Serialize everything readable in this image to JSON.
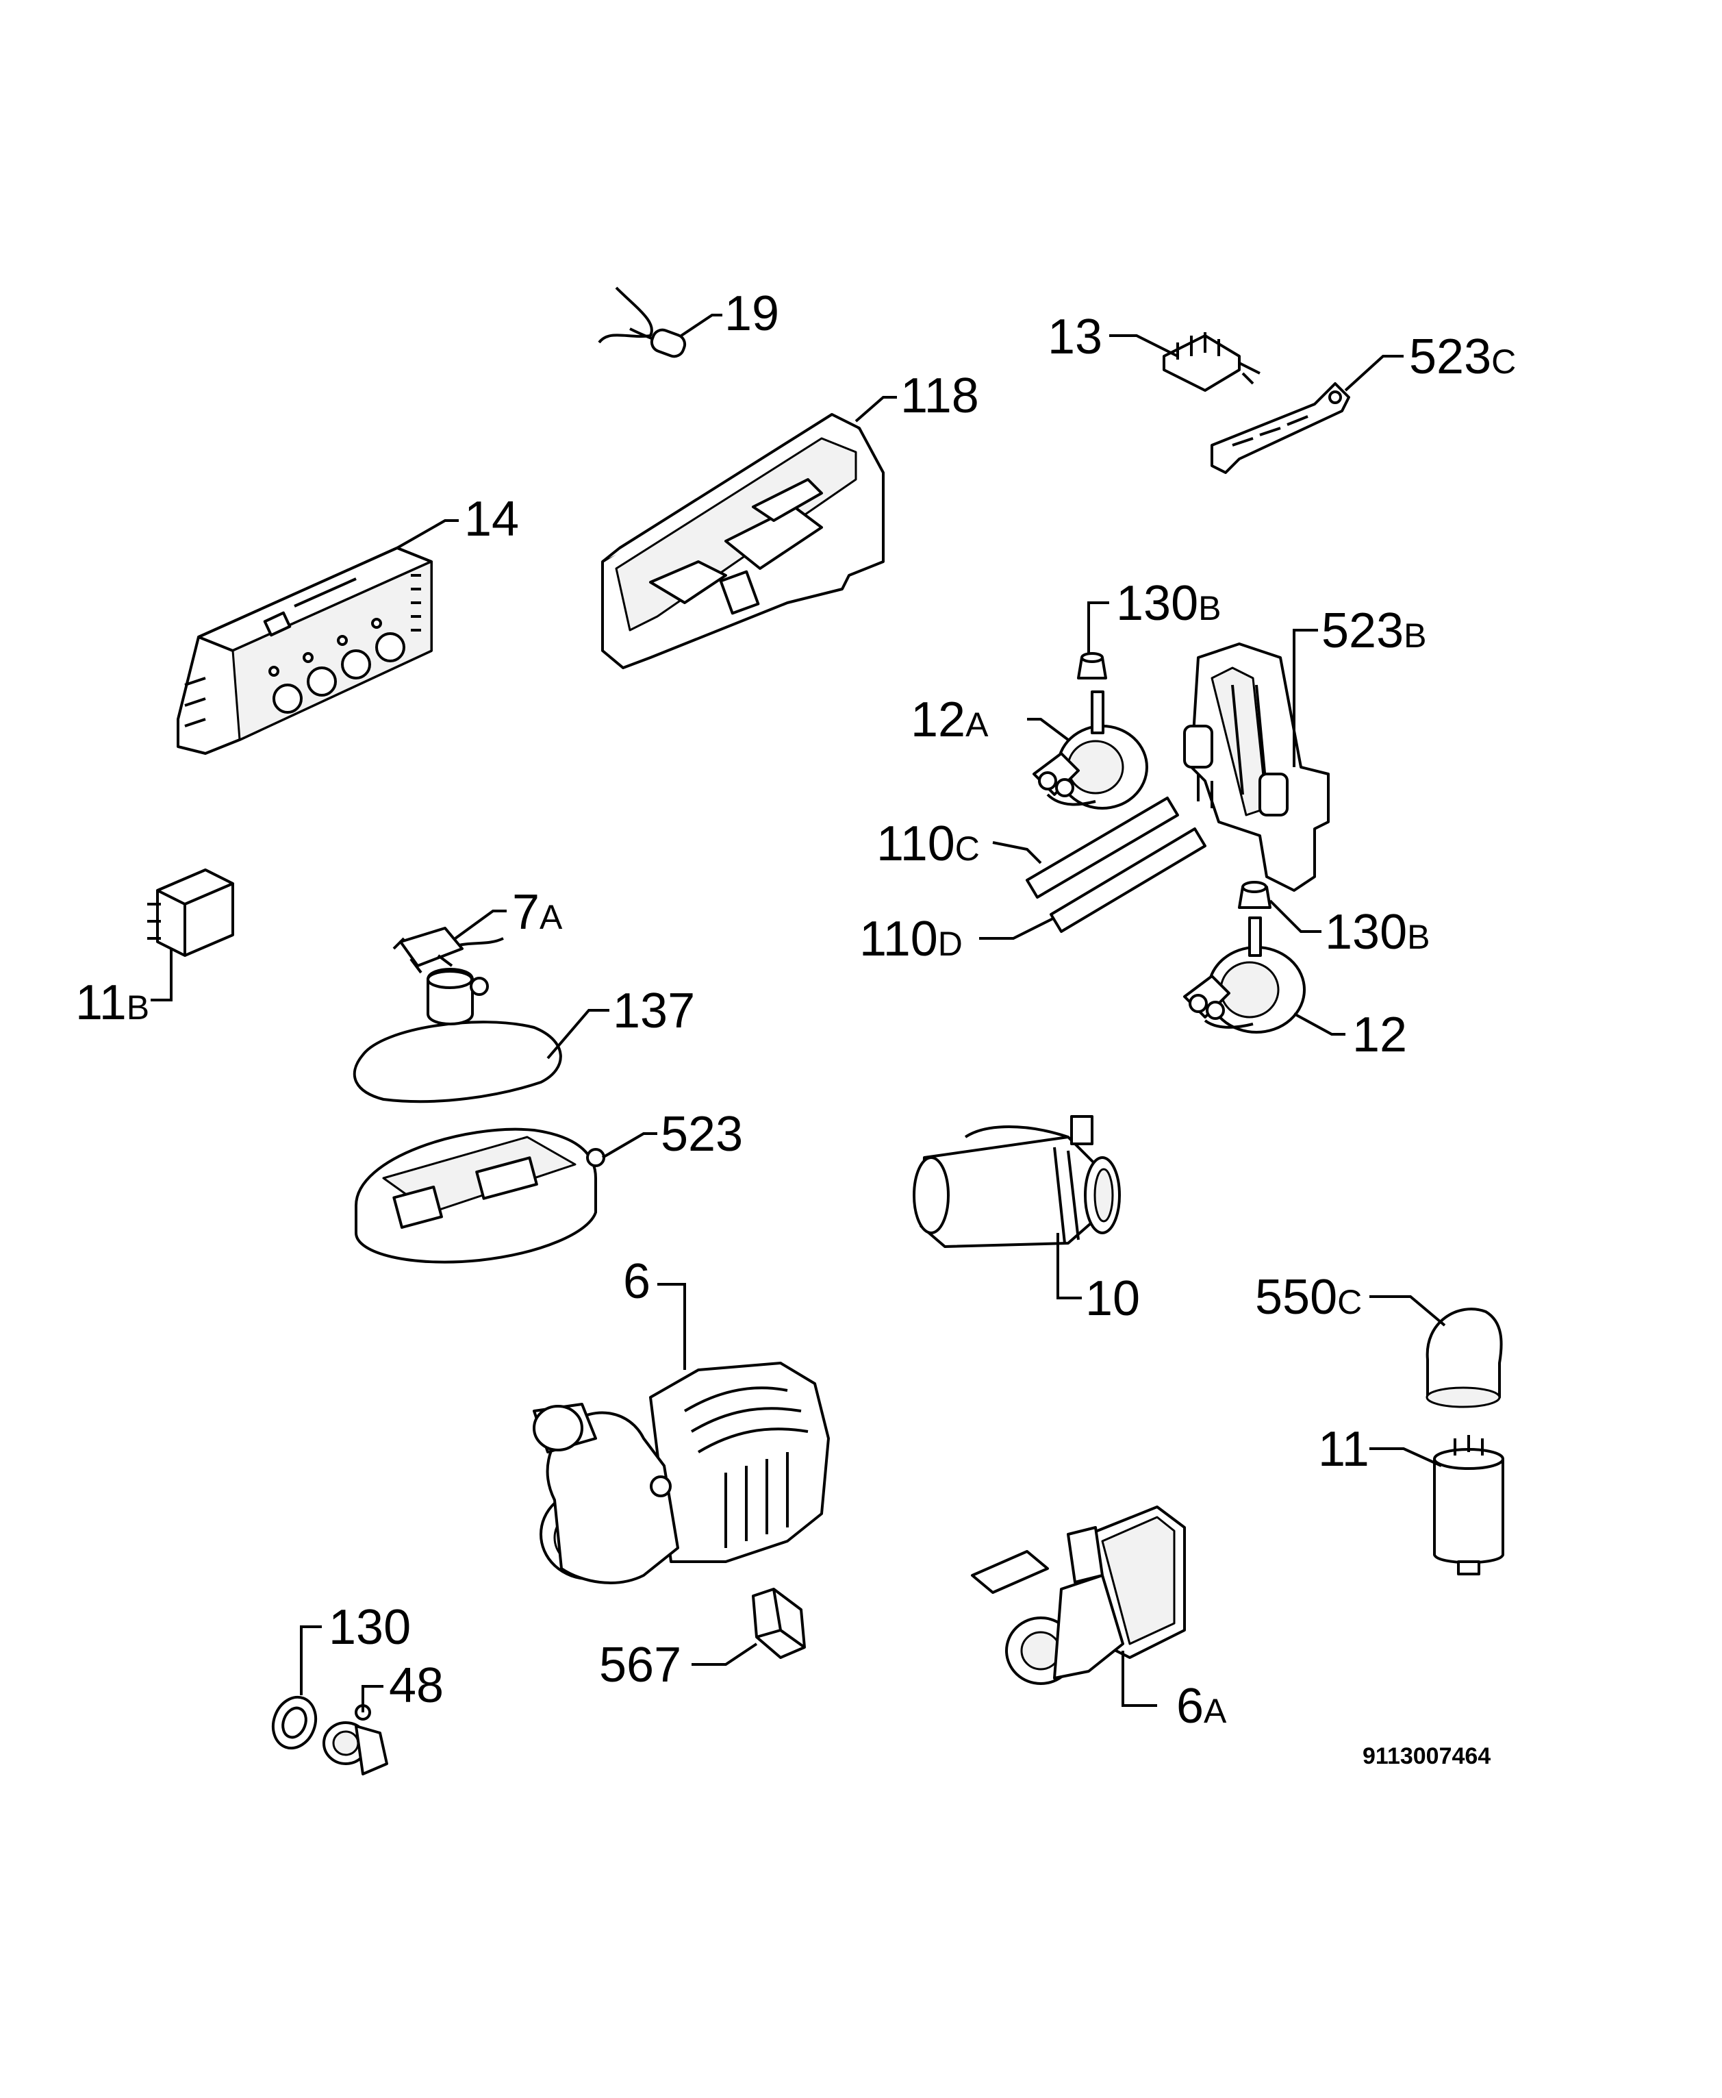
{
  "labels": {
    "p19": {
      "num": "19"
    },
    "p118": {
      "num": "118"
    },
    "p13": {
      "num": "13"
    },
    "p523c": {
      "num": "523",
      "suffix": "C"
    },
    "p14": {
      "num": "14"
    },
    "p130b_top": {
      "num": "130",
      "suffix": "B"
    },
    "p523b": {
      "num": "523",
      "suffix": "B"
    },
    "p12a": {
      "num": "12",
      "suffix": "A"
    },
    "p110c": {
      "num": "110",
      "suffix": "C"
    },
    "p110d": {
      "num": "110",
      "suffix": "D"
    },
    "p130b_bot": {
      "num": "130",
      "suffix": "B"
    },
    "p12": {
      "num": "12"
    },
    "p11b": {
      "num": "11",
      "suffix": "B"
    },
    "p7a": {
      "num": "7",
      "suffix": "A"
    },
    "p137": {
      "num": "137"
    },
    "p523": {
      "num": "523"
    },
    "p10": {
      "num": "10"
    },
    "p6": {
      "num": "6"
    },
    "p550c": {
      "num": "550",
      "suffix": "C"
    },
    "p11": {
      "num": "11"
    },
    "p130": {
      "num": "130"
    },
    "p48": {
      "num": "48"
    },
    "p567": {
      "num": "567"
    },
    "p6a": {
      "num": "6",
      "suffix": "A"
    }
  },
  "drawing_code": "9113007464"
}
